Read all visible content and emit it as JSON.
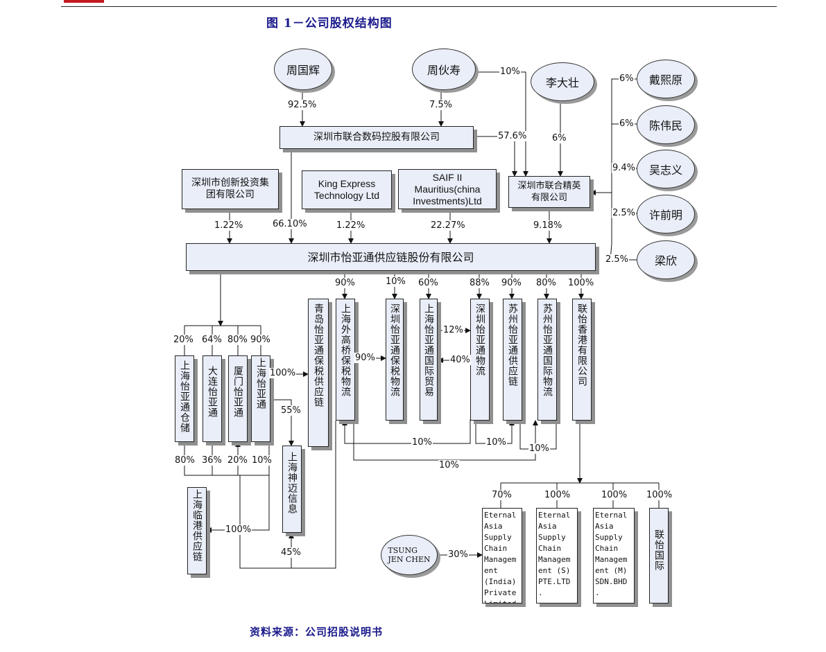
{
  "title": "图 1－公司股权结构图",
  "source": "资料来源：公司招股说明书",
  "persons": {
    "zhou_guohui": "周国辉",
    "zhou_huoshou": "周伙寿",
    "li_dazhuang": "李大壮",
    "dai_xiyuan": "戴熙原",
    "chen_weimin": "陈伟民",
    "wu_zhiyi": "吴志义",
    "xu_qianming": "许前明",
    "liang_xin": "梁欣",
    "tsung": "TSUNG\nJEN CHEN"
  },
  "entities": {
    "lianhe_shuma": "深圳市联合数码控股有限公司",
    "chuangxin": "深圳市创新投资集团有限公司",
    "king_express": "King Express Technology Ltd",
    "saif": "SAIF II Mauritius(china Investments)Ltd",
    "lianhe_jingying": "深圳市联合精英有限公司",
    "eternal_asia": "深圳市怡亚通供应链股份有限公司",
    "qingdao": "青岛怡亚通保税供应链",
    "sh_waigaoqiao": "上海外高桥保税物流",
    "sz_baoshui": "深圳怡亚通保税物流",
    "sh_guoji": "上海怡亚通国际贸易",
    "sz_wuliu": "深圳怡亚通物流",
    "suzhou_gyl": "苏州怡亚通供应链",
    "suzhou_guoji": "苏州怡亚通国际物流",
    "hk": "联怡香港有限公司",
    "sh_cangchu": "上海怡亚通仓储",
    "dalian": "大连怡亚通",
    "xiamen": "厦门怡亚通",
    "shanghai": "上海怡亚通",
    "shenmai": "上海神迈信息",
    "linggang": "上海临港供应链",
    "ea_india": "Eternal\nAsia\nSupply\nChain\nManagem\nent\n(India)\nPrivate\nLimited",
    "ea_sg": "Eternal\nAsia\nSupply\nChain\nManagem\nent (S)\nPTE.LTD\n.",
    "ea_my": "Eternal\nAsia\nSupply\nChain\nManagem\nent (M)\nSDN.BHD\n.",
    "lianyi_guoji": "联怡国际"
  },
  "percentages": {
    "p1": "92.5%",
    "p2": "7.5%",
    "p3": "10%",
    "p4": "57.6%",
    "p5": "6%",
    "p6": "6%",
    "p7": "6%",
    "p8": "9.4%",
    "p9": "2.5%",
    "p10": "2.5%",
    "p11": "1.22%",
    "p12": "66.10%",
    "p13": "1.22%",
    "p14": "22.27%",
    "p15": "9.18%",
    "p16": "90%",
    "p17": "10%",
    "p18": "60%",
    "p19": "88%",
    "p20": "90%",
    "p21": "80%",
    "p22": "100%",
    "p23": "20%",
    "p24": "64%",
    "p25": "80%",
    "p26": "90%",
    "p27": "100%",
    "p28": "90%",
    "p29": "12%",
    "p30": "40%",
    "p31": "55%",
    "p32": "80%",
    "p33": "36%",
    "p34": "20%",
    "p35": "10%",
    "p36": "10%",
    "p37": "10%",
    "p38": "10%",
    "p39": "10%",
    "p40": "100%",
    "p41": "45%",
    "p42": "70%",
    "p43": "100%",
    "p44": "100%",
    "p45": "100%",
    "p46": "30%"
  },
  "colors": {
    "box_fill": "#e9eef8",
    "shadow": "#8f8f8f",
    "title": "#1a1a8c"
  }
}
